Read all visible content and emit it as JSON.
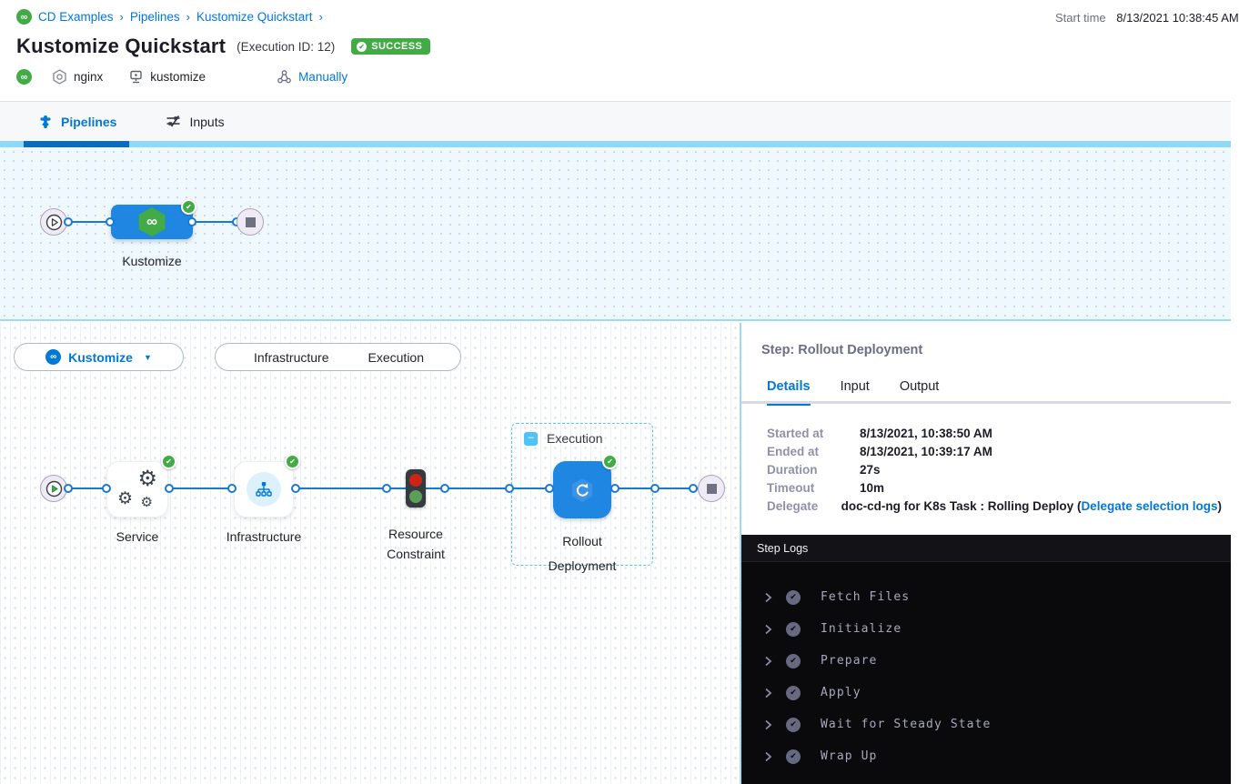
{
  "breadcrumb": {
    "items": [
      "CD Examples",
      "Pipelines",
      "Kustomize Quickstart"
    ]
  },
  "header": {
    "title": "Kustomize Quickstart",
    "execution_id": "(Execution ID: 12)",
    "status_badge": "SUCCESS",
    "start_time_label": "Start time",
    "start_time_value": "8/13/2021 10:38:45 AM",
    "service_name": "nginx",
    "environment_name": "kustomize",
    "trigger_label": "Manually"
  },
  "tabs": {
    "pipelines": "Pipelines",
    "inputs": "Inputs"
  },
  "stage_graph": {
    "stage_label": "Kustomize"
  },
  "toolbar": {
    "stage_selector": "Kustomize",
    "view_infrastructure": "Infrastructure",
    "view_execution": "Execution"
  },
  "execution_graph": {
    "group_label": "Execution",
    "nodes": [
      {
        "label": "Service"
      },
      {
        "label": "Infrastructure"
      },
      {
        "label": "Resource Constraint"
      },
      {
        "label": "Rollout Deployment"
      }
    ]
  },
  "step_panel": {
    "title": "Step: Rollout Deployment",
    "tabs": [
      "Details",
      "Input",
      "Output"
    ],
    "details": [
      {
        "label": "Started at",
        "value": "8/13/2021, 10:38:50 AM"
      },
      {
        "label": "Ended at",
        "value": "8/13/2021, 10:39:17 AM"
      },
      {
        "label": "Duration",
        "value": "27s"
      },
      {
        "label": "Timeout",
        "value": "10m"
      },
      {
        "label": "Delegate",
        "value": "doc-cd-ng for K8s Task : Rolling Deploy (",
        "link": "Delegate selection logs",
        "suffix": ")"
      }
    ]
  },
  "step_logs": {
    "title": "Step Logs",
    "entries": [
      {
        "label": "Fetch Files"
      },
      {
        "label": "Initialize"
      },
      {
        "label": "Prepare"
      },
      {
        "label": "Apply"
      },
      {
        "label": "Wait for Steady State"
      },
      {
        "label": "Wrap Up"
      }
    ]
  },
  "colors": {
    "primary_blue": "#0278d5",
    "success_green": "#42ab45",
    "node_blue": "#1f87e2",
    "canvas_blue": "#eef8fd"
  }
}
